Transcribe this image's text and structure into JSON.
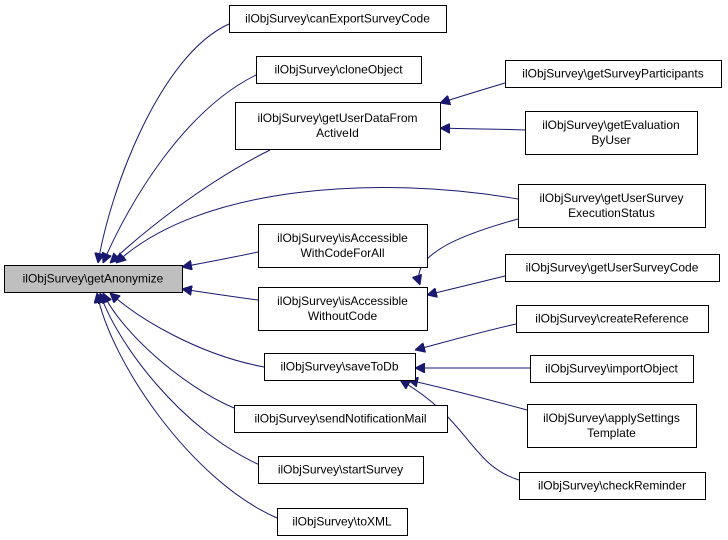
{
  "graph": {
    "root": "getAnonymize",
    "nodes": [
      {
        "id": "getAnonymize",
        "lines": [
          "ilObjSurvey\\getAnonymize"
        ]
      },
      {
        "id": "canExportSurveyCode",
        "lines": [
          "ilObjSurvey\\canExportSurveyCode"
        ]
      },
      {
        "id": "cloneObject",
        "lines": [
          "ilObjSurvey\\cloneObject"
        ]
      },
      {
        "id": "getUserDataFromActiveId",
        "lines": [
          "ilObjSurvey\\getUserDataFrom",
          "ActiveId"
        ]
      },
      {
        "id": "getSurveyParticipants",
        "lines": [
          "ilObjSurvey\\getSurveyParticipants"
        ]
      },
      {
        "id": "getEvaluationByUser",
        "lines": [
          "ilObjSurvey\\getEvaluation",
          "ByUser"
        ]
      },
      {
        "id": "getUserSurveyExecutionStatus",
        "lines": [
          "ilObjSurvey\\getUserSurvey",
          "ExecutionStatus"
        ]
      },
      {
        "id": "isAccessibleWithCodeForAll",
        "lines": [
          "ilObjSurvey\\isAccessible",
          "WithCodeForAll"
        ]
      },
      {
        "id": "isAccessibleWithoutCode",
        "lines": [
          "ilObjSurvey\\isAccessible",
          "WithoutCode"
        ]
      },
      {
        "id": "getUserSurveyCode",
        "lines": [
          "ilObjSurvey\\getUserSurveyCode"
        ]
      },
      {
        "id": "createReference",
        "lines": [
          "ilObjSurvey\\createReference"
        ]
      },
      {
        "id": "saveToDb",
        "lines": [
          "ilObjSurvey\\saveToDb"
        ]
      },
      {
        "id": "importObject",
        "lines": [
          "ilObjSurvey\\importObject"
        ]
      },
      {
        "id": "applySettingsTemplate",
        "lines": [
          "ilObjSurvey\\applySettings",
          "Template"
        ]
      },
      {
        "id": "sendNotificationMail",
        "lines": [
          "ilObjSurvey\\sendNotificationMail"
        ]
      },
      {
        "id": "startSurvey",
        "lines": [
          "ilObjSurvey\\startSurvey"
        ]
      },
      {
        "id": "checkReminder",
        "lines": [
          "ilObjSurvey\\checkReminder"
        ]
      },
      {
        "id": "toXML",
        "lines": [
          "ilObjSurvey\\toXML"
        ]
      }
    ],
    "edges": [
      {
        "from": "canExportSurveyCode",
        "to": "getAnonymize"
      },
      {
        "from": "cloneObject",
        "to": "getAnonymize"
      },
      {
        "from": "getUserDataFromActiveId",
        "to": "getAnonymize"
      },
      {
        "from": "getUserSurveyExecutionStatus",
        "to": "getAnonymize"
      },
      {
        "from": "isAccessibleWithCodeForAll",
        "to": "getAnonymize"
      },
      {
        "from": "isAccessibleWithoutCode",
        "to": "getAnonymize"
      },
      {
        "from": "saveToDb",
        "to": "getAnonymize"
      },
      {
        "from": "sendNotificationMail",
        "to": "getAnonymize"
      },
      {
        "from": "startSurvey",
        "to": "getAnonymize"
      },
      {
        "from": "toXML",
        "to": "getAnonymize"
      },
      {
        "from": "getSurveyParticipants",
        "to": "getUserDataFromActiveId"
      },
      {
        "from": "getEvaluationByUser",
        "to": "getUserDataFromActiveId"
      },
      {
        "from": "getUserSurveyExecutionStatus",
        "to": "isAccessibleWithoutCode"
      },
      {
        "from": "getUserSurveyCode",
        "to": "isAccessibleWithoutCode"
      },
      {
        "from": "createReference",
        "to": "saveToDb"
      },
      {
        "from": "importObject",
        "to": "saveToDb"
      },
      {
        "from": "applySettingsTemplate",
        "to": "saveToDb"
      },
      {
        "from": "checkReminder",
        "to": "saveToDb"
      }
    ]
  }
}
